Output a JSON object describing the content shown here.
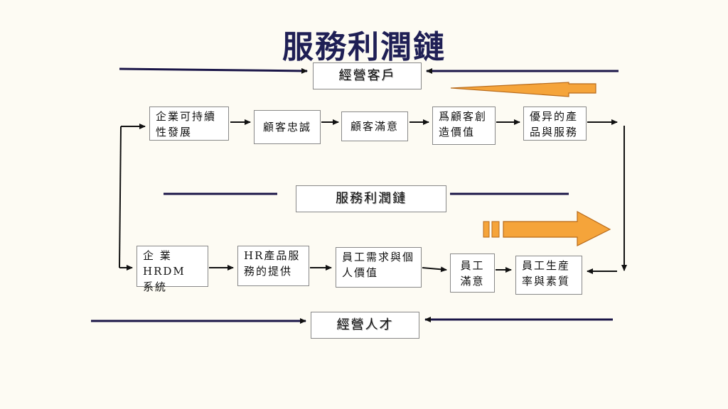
{
  "title": "服務利潤鏈",
  "customer_header": "經營客戶",
  "center_label": "服務利潤鏈",
  "talent_header": "經營人才",
  "top_row": [
    "企業可持續性發展",
    "顧客忠誠",
    "顧客滿意",
    "爲顧客創造價值",
    "優异的產品與服務"
  ],
  "bottom_row": [
    "企 業 HRDM 系統",
    "HR產品服務的提供",
    "員工需求與個人價值",
    "員工滿意",
    "員工生産率與素質"
  ],
  "colors": {
    "title": "#1f1f55",
    "rule_lines": "#1a1547",
    "arrow_fill": "#f5a43a",
    "arrow_stroke": "#b86a1a"
  }
}
